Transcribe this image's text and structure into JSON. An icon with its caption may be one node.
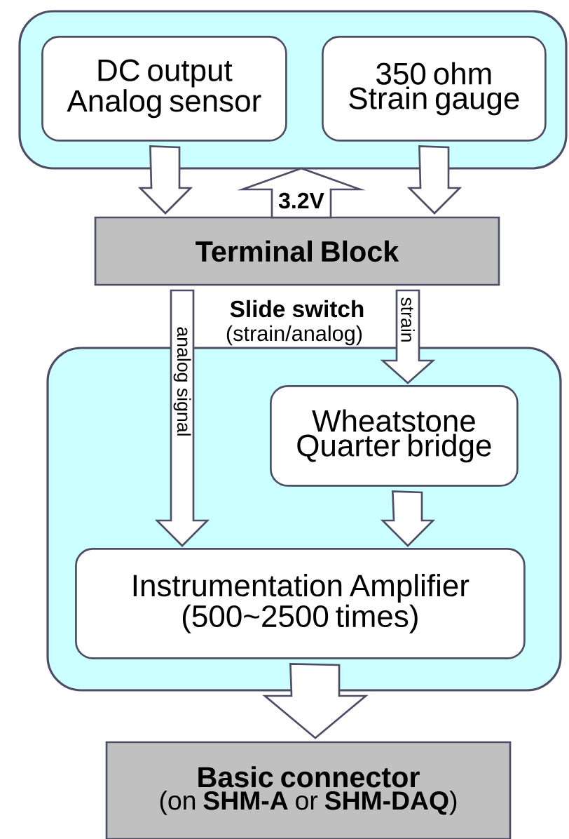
{
  "diagram": {
    "nodes": [
      {
        "text": [],
        "shape": "box"
      },
      {
        "text": [
          "DC output Analog sensor"
        ],
        "in": 0
      },
      {
        "text": [
          "350 ohm Strain gauge"
        ],
        "in": 0
      },
      {
        "text": [
          "Terminal Block"
        ]
      },
      {
        "text": [],
        "shape": "box"
      },
      {
        "text": [
          "Wheatstone Quarter bridge"
        ],
        "in": 4
      },
      {
        "text": [
          "Instrumentation Amplifier (500~2500 times)"
        ],
        "in": 4
      },
      {
        "text": [
          "Basic connector",
          "(on **SHM-A** or **SHM-DAQ**)"
        ]
      }
    ],
    "edges": [
      {
        "from": 1,
        "to": 3,
        "arrow": "to"
      },
      {
        "from": 2,
        "to": 3,
        "arrow": "to"
      },
      {
        "from": 3,
        "to": 0,
        "arrow": "to",
        "label": "3.2V"
      },
      {
        "from": 3,
        "to": 6,
        "arrow": "to",
        "label": "analog signal"
      },
      {
        "from": 3,
        "to": 5,
        "arrow": "to",
        "label": "strain"
      },
      {
        "from": 5,
        "to": 6,
        "arrow": "to"
      },
      {
        "from": 6,
        "to": 7,
        "arrow": "to"
      }
    ],
    "labels": [
      "Slide switch",
      "(strain/analog)"
    ]
  }
}
